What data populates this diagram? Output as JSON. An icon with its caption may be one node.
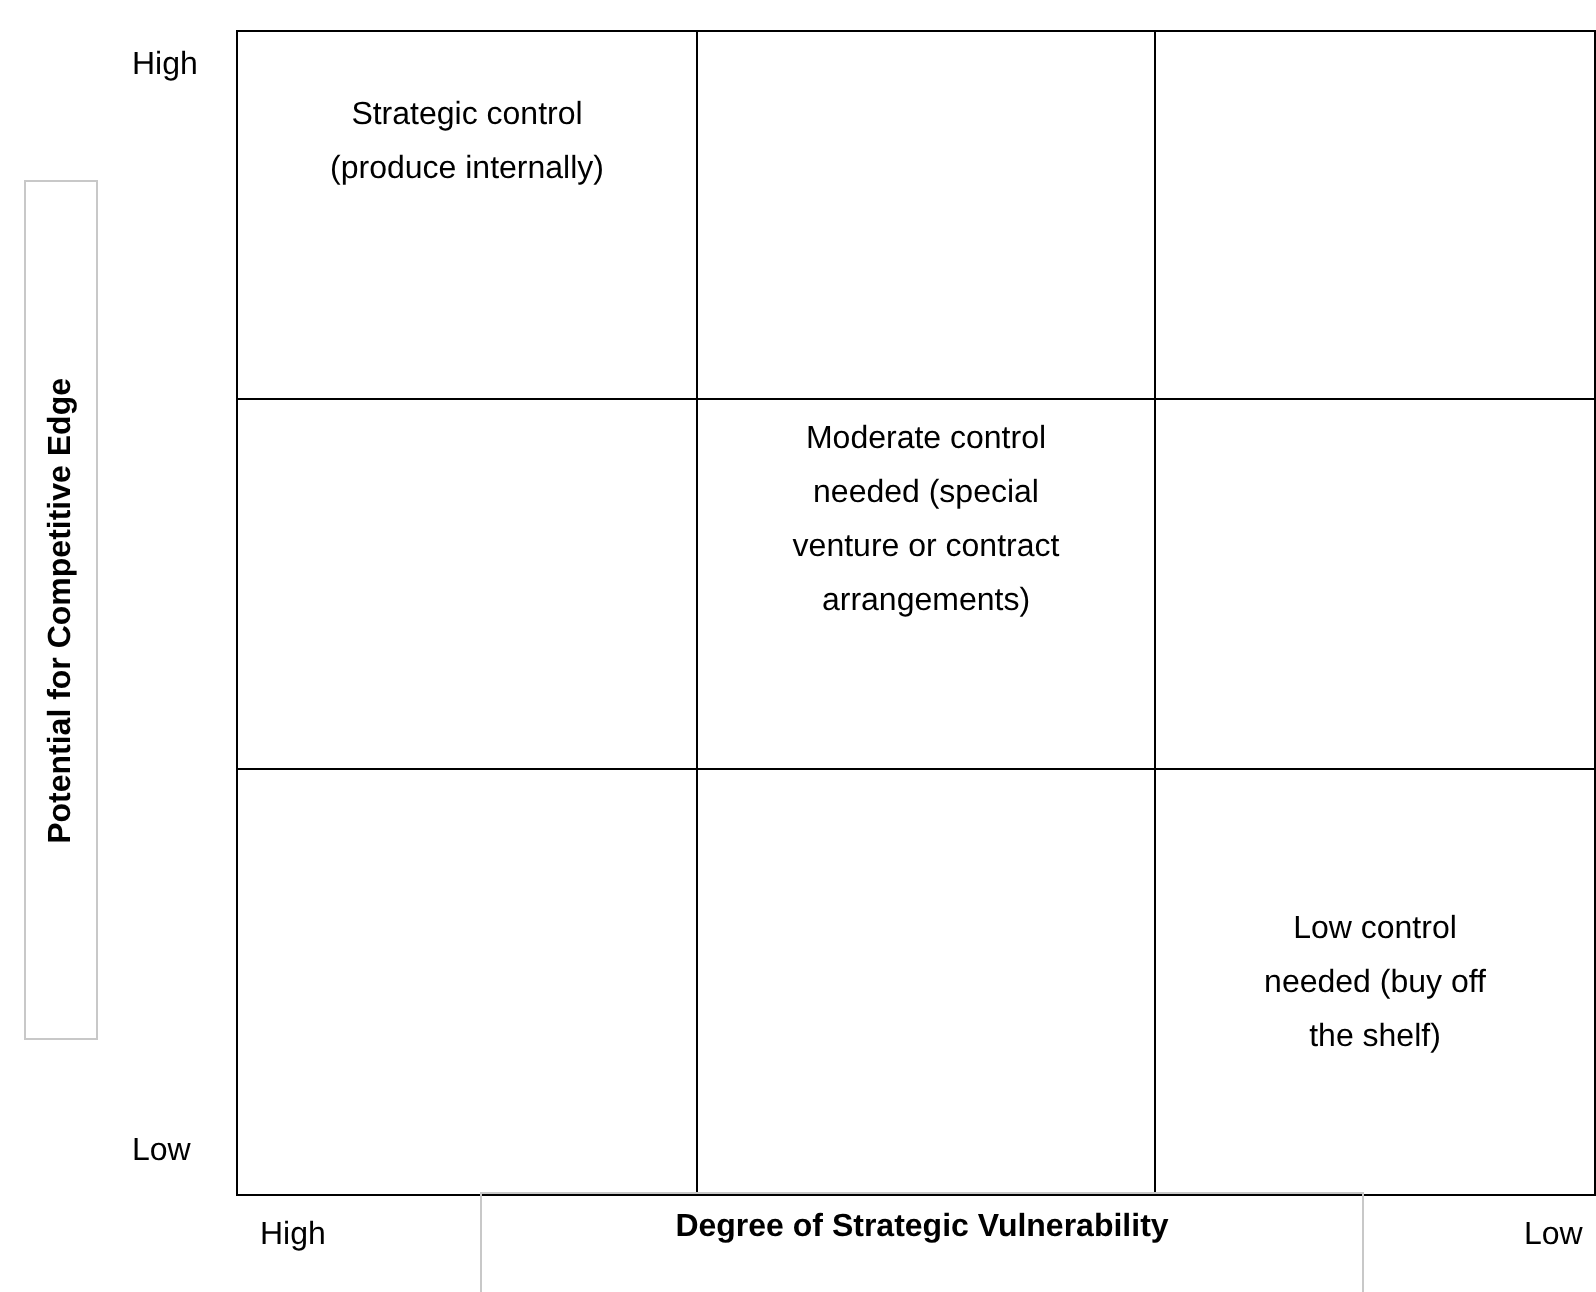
{
  "diagram": {
    "nodes": [
      {
        "text": [
          "Strategic control (produce internally)"
        ]
      },
      {
        "text": [],
        "shape": "box"
      },
      {
        "text": [],
        "shape": "box"
      },
      {
        "text": [],
        "shape": "box"
      },
      {
        "text": [
          "Moderate control needed (special venture or contract arrangements)"
        ]
      },
      {
        "text": [],
        "shape": "box"
      },
      {
        "text": [],
        "shape": "box"
      },
      {
        "text": [],
        "shape": "box"
      },
      {
        "text": [
          "Low control needed (buy off the shelf)"
        ]
      },
      {
        "text": [
          "Potential for Competitive Edge"
        ]
      },
      {
        "text": [
          "Degree of Strategic Vulnerability"
        ]
      }
    ],
    "labels": [
      "High",
      "Low",
      "High",
      "Low"
    ]
  }
}
